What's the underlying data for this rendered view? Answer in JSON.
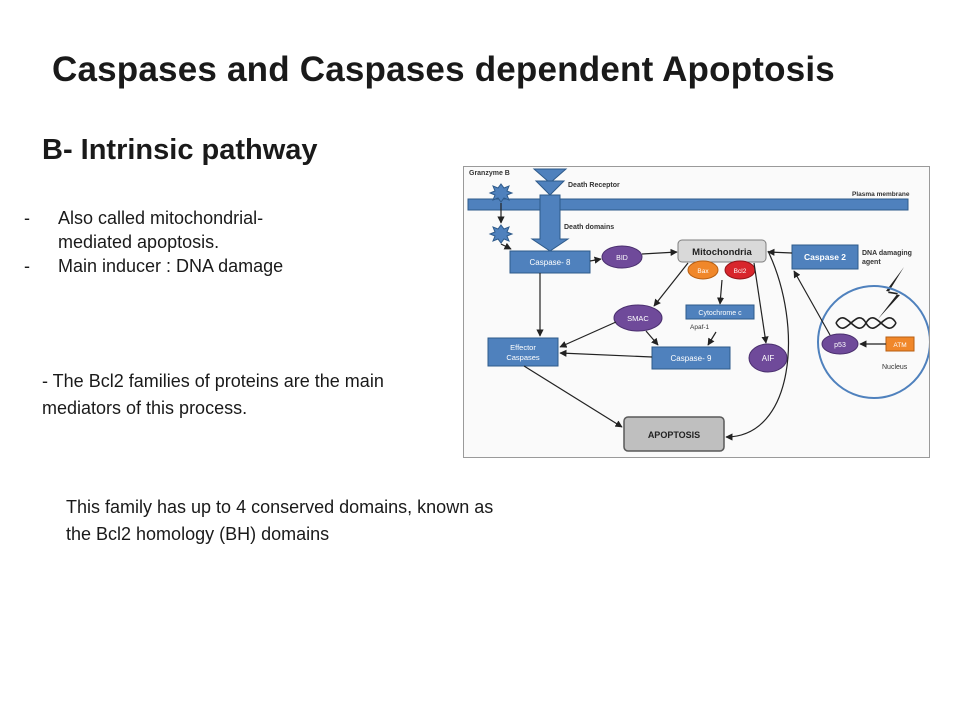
{
  "title": "Caspases and Caspases dependent Apoptosis",
  "subtitle": "B- Intrinsic pathway",
  "bullets": [
    {
      "marker": "-",
      "lines": [
        "Also called mitochondrial-",
        "mediated apoptosis."
      ]
    },
    {
      "marker": "-",
      "lines": [
        "Main inducer :  DNA damage"
      ]
    }
  ],
  "paragraph1": "- The Bcl2 families of proteins are the main mediators of this process.",
  "paragraph2": "This family has up to 4 conserved domains, known as the Bcl2 homology (BH) domains",
  "diagram": {
    "granzyme": "Granzyme B",
    "death_receptor": "Death Receptor",
    "plasma_membrane": "Plasma membrane",
    "death_domains": "Death domains",
    "caspase8": "Caspase- 8",
    "bid": "BID",
    "mitochondria": "Mitochondria",
    "bax": "Bax",
    "bcl2": "Bcl2",
    "caspase2": "Caspase 2",
    "dna_damaging_agent_1": "DNA damaging",
    "dna_damaging_agent_2": "agent",
    "cytochrome_c": "Cytochrome c",
    "apaf1": "Apaf-1",
    "smac": "SMAC",
    "effector_caspases_1": "Effector",
    "effector_caspases_2": "Caspases",
    "caspase9": "Caspase- 9",
    "aif": "AIF",
    "p53": "p53",
    "atm": "ATM",
    "nucleus": "Nucleus",
    "apoptosis": "APOPTOSIS",
    "colors": {
      "membrane": "#4f81bd",
      "box": "#4f81bd",
      "purple": "#6f4a9a",
      "bax": "#f0872a",
      "bcl2": "#d8262c",
      "apoptosis_fill": "#bfbfbf"
    }
  }
}
